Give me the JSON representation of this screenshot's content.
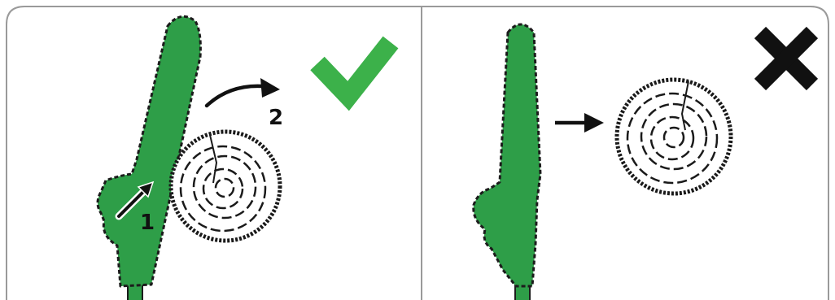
{
  "colors": {
    "saw_green": "#2e9e48",
    "saw_outline": "#1c1c1c",
    "check_green": "#3cb14a",
    "cross_black": "#111111",
    "frame_border": "#9a9a9a",
    "log_outline": "#1a1a1a"
  },
  "panels": [
    {
      "verdict": "correct",
      "verdict_icon": "checkmark-icon",
      "steps": [
        {
          "label": "1",
          "icon": "push-arrow-icon"
        },
        {
          "label": "2",
          "icon": "curved-arrow-icon"
        }
      ]
    },
    {
      "verdict": "incorrect",
      "verdict_icon": "cross-icon",
      "steps": [
        {
          "icon": "straight-arrow-icon"
        }
      ]
    }
  ]
}
